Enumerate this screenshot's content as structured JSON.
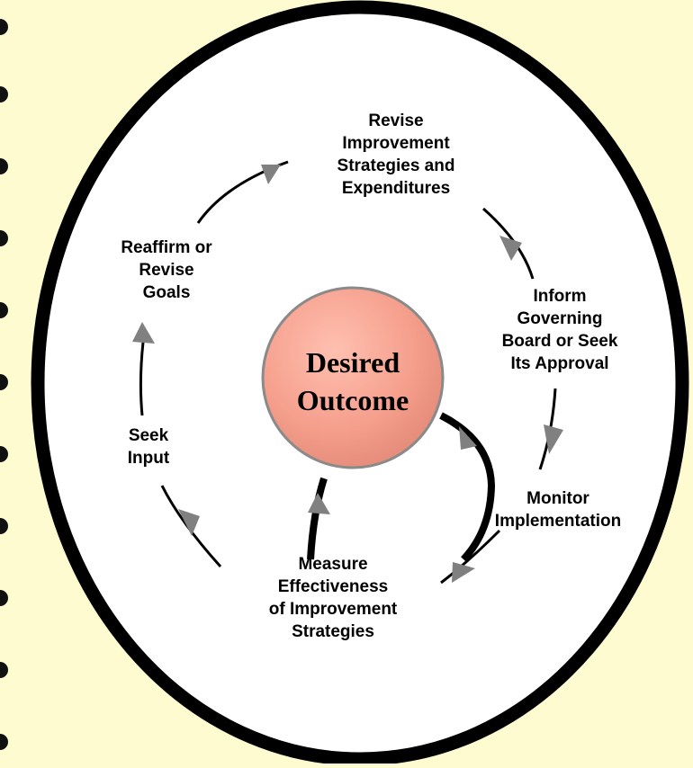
{
  "diagram": {
    "center_line1": "Desired",
    "center_line2": "Outcome",
    "steps": {
      "revise_strategies": "Revise\nImprovement\nStrategies and\nExpenditures",
      "inform_board": "Inform\nGoverning\nBoard or Seek\nIts Approval",
      "monitor": "Monitor\nImplementation",
      "measure": "Measure\nEffectiveness\nof Improvement\nStrategies",
      "seek_input": "Seek\nInput",
      "reaffirm_goals": "Reaffirm or\nRevise\nGoals"
    }
  },
  "colors": {
    "background": "#fffbd0",
    "center_fill": "#f6a08e",
    "ring": "#000000",
    "arrow": "#808080"
  }
}
